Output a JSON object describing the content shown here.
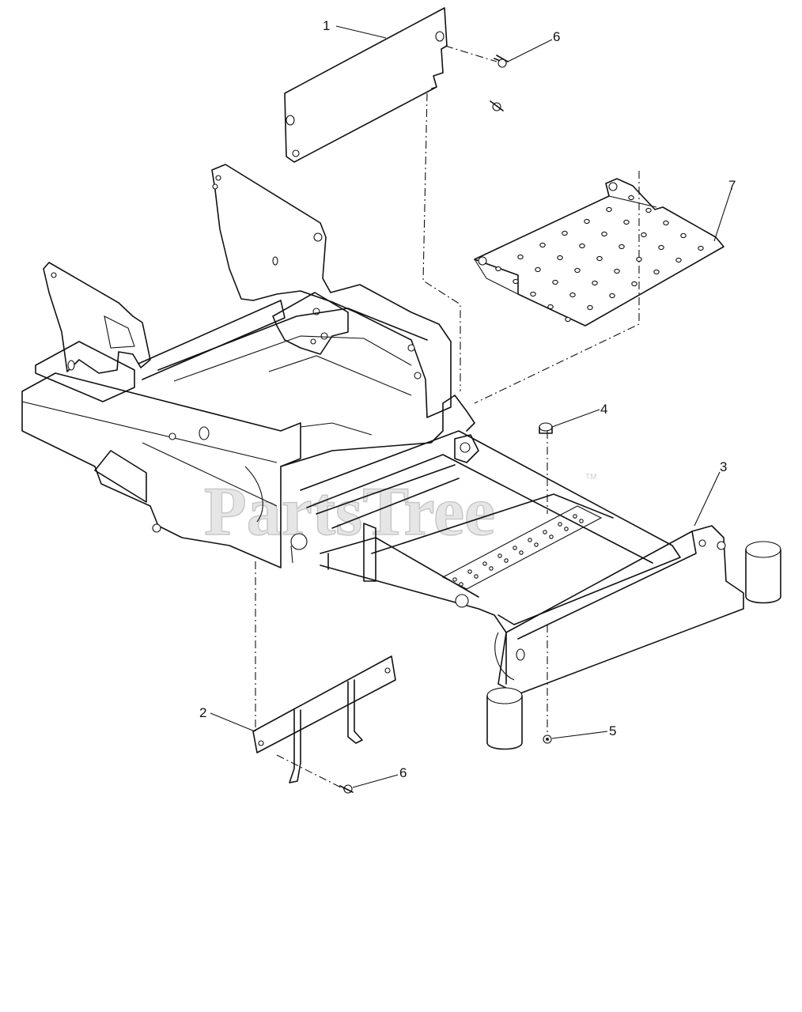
{
  "watermark": {
    "text": "PartsTree",
    "mark": "TM"
  },
  "callouts": [
    "1",
    "6",
    "7",
    "4",
    "3",
    "2",
    "6",
    "5"
  ]
}
